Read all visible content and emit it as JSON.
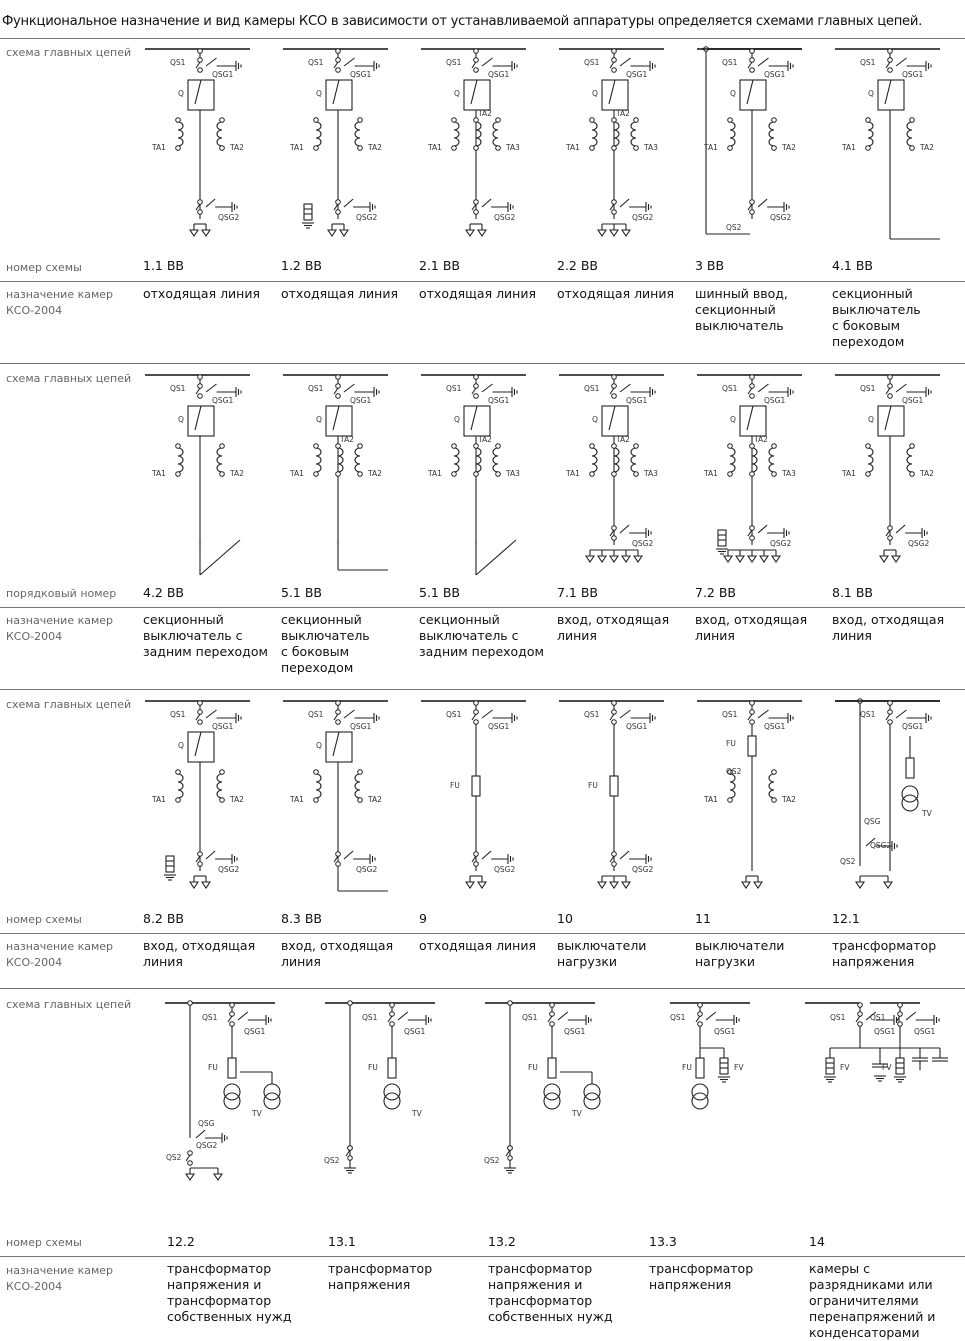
{
  "title": "Функциональное  назначение и вид камеры КСО в зависимости от устанавливаемой аппаратуры определяется схемами главных цепей.",
  "rows": [
    {
      "scheme_label": "схема главных цепей",
      "number_label": "номер схемы",
      "purpose_label": "назначение камер\nКСО-2004",
      "cells": [
        {
          "code": "1.1 ВВ",
          "purpose": "отходящая линия"
        },
        {
          "code": "1.2 ВВ",
          "purpose": "отходящая линия"
        },
        {
          "code": "2.1 ВВ",
          "purpose": "отходящая линия"
        },
        {
          "code": "2.2 ВВ",
          "purpose": "отходящая линия"
        },
        {
          "code": "3 ВВ",
          "purpose": "шинный ввод,\nсекционный\nвыключатель"
        },
        {
          "code": "4.1 ВВ",
          "purpose": "секционный\nвыключатель\nс боковым\nпереходом"
        }
      ]
    },
    {
      "scheme_label": "схема главных цепей",
      "number_label": "порядковый номер",
      "purpose_label": "назначение камер\nКСО-2004",
      "cells": [
        {
          "code": "4.2 ВВ",
          "purpose": "секционный\nвыключатель с\nзадним переходом"
        },
        {
          "code": "5.1 ВВ",
          "purpose": "секционный\nвыключатель\nс боковым\nпереходом"
        },
        {
          "code": "5.1 ВВ",
          "purpose": "секционный\nвыключатель с\nзадним переходом"
        },
        {
          "code": "7.1 ВВ",
          "purpose": "вход, отходящая\nлиния"
        },
        {
          "code": "7.2 ВВ",
          "purpose": "вход, отходящая\nлиния"
        },
        {
          "code": "8.1 ВВ",
          "purpose": "вход, отходящая\nлиния"
        }
      ]
    },
    {
      "scheme_label": "схема главных цепей",
      "number_label": "номер схемы",
      "purpose_label": "назначение камер\nКСО-2004",
      "cells": [
        {
          "code": "8.2 ВВ",
          "purpose": "вход, отходящая\nлиния"
        },
        {
          "code": "8.3 ВВ",
          "purpose": "вход, отходящая\nлиния"
        },
        {
          "code": "9",
          "purpose": "отходящая линия"
        },
        {
          "code": "10",
          "purpose": "выключатели\nнагрузки"
        },
        {
          "code": "11",
          "purpose": "выключатели\nнагрузки"
        },
        {
          "code": "12.1",
          "purpose": "трансформатор\nнапряжения"
        }
      ]
    },
    {
      "scheme_label": "схема главных цепей",
      "number_label": "номер схемы",
      "purpose_label": "назначение камер\nКСО-2004",
      "cells": [
        {
          "code": "12.2",
          "purpose": "трансформатор\nнапряжения и\nтрансформатор\nсобственных нужд"
        },
        {
          "code": "13.1",
          "purpose": "трансформатор\nнапряжения"
        },
        {
          "code": "13.2",
          "purpose": "трансформатор\nнапряжения и\nтрансформатор\nсобственных нужд"
        },
        {
          "code": "13.3",
          "purpose": "трансформатор\nнапряжения"
        },
        {
          "code": "14",
          "purpose": "камеры с\nразрядниками или\nограничителями\nперенапряжений и\nконденсаторами"
        }
      ]
    }
  ],
  "designations": {
    "qs1": "QS1",
    "qsg1": "QSG1",
    "q": "Q",
    "ta1": "TA1",
    "ta2": "TA2",
    "ta3": "TA3",
    "qsg2": "QSG2",
    "qs2": "QS2",
    "fu": "FU",
    "tv": "TV",
    "qsg": "QSG",
    "fv": "FV"
  }
}
